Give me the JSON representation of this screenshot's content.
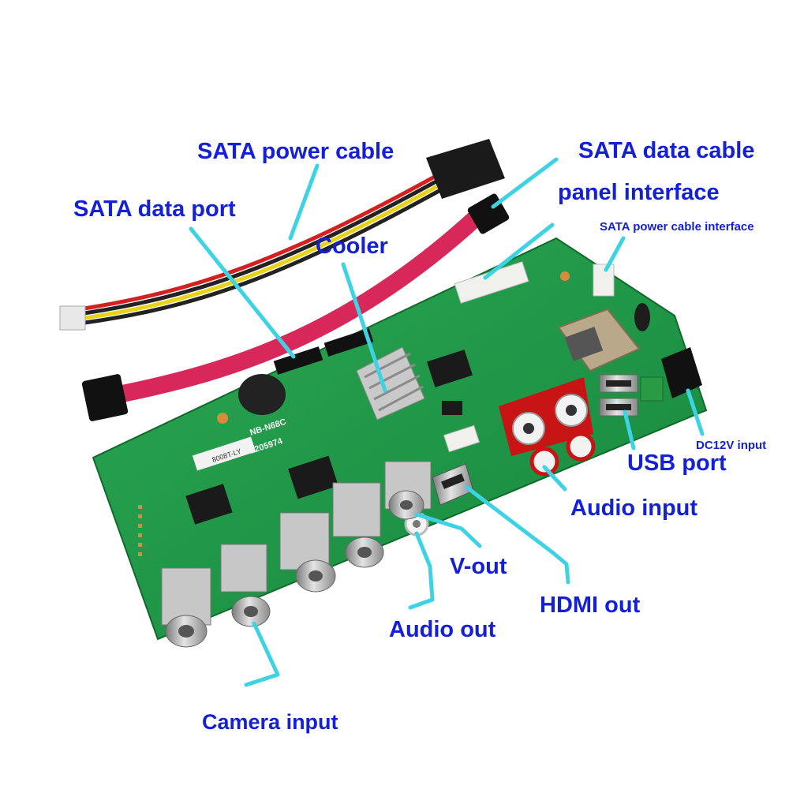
{
  "labels": {
    "sata_power_cable": "SATA power cable",
    "sata_data_cable": "SATA data cable",
    "sata_data_port": "SATA data port",
    "panel_interface": "panel interface",
    "sata_power_cable_interface": "SATA power cable interface",
    "cooler": "Cooler",
    "dc12v_input": "DC12V input",
    "usb_port": "USB port",
    "audio_input": "Audio input",
    "v_out": "V-out",
    "hdmi_out": "HDMI out",
    "audio_out": "Audio out",
    "camera_input": "Camera input"
  },
  "board_silkscreen": {
    "model": "NB-N68C",
    "serial": "1205974",
    "sticker": "8008T-LY"
  },
  "colors": {
    "label_text": "#1420d8",
    "leader_line": "#3ed3e4",
    "pcb": "#1f9a48",
    "sata_cable": "#d8285a",
    "bnc_metal": "#b9b9b9",
    "rca_red": "#d81818"
  }
}
